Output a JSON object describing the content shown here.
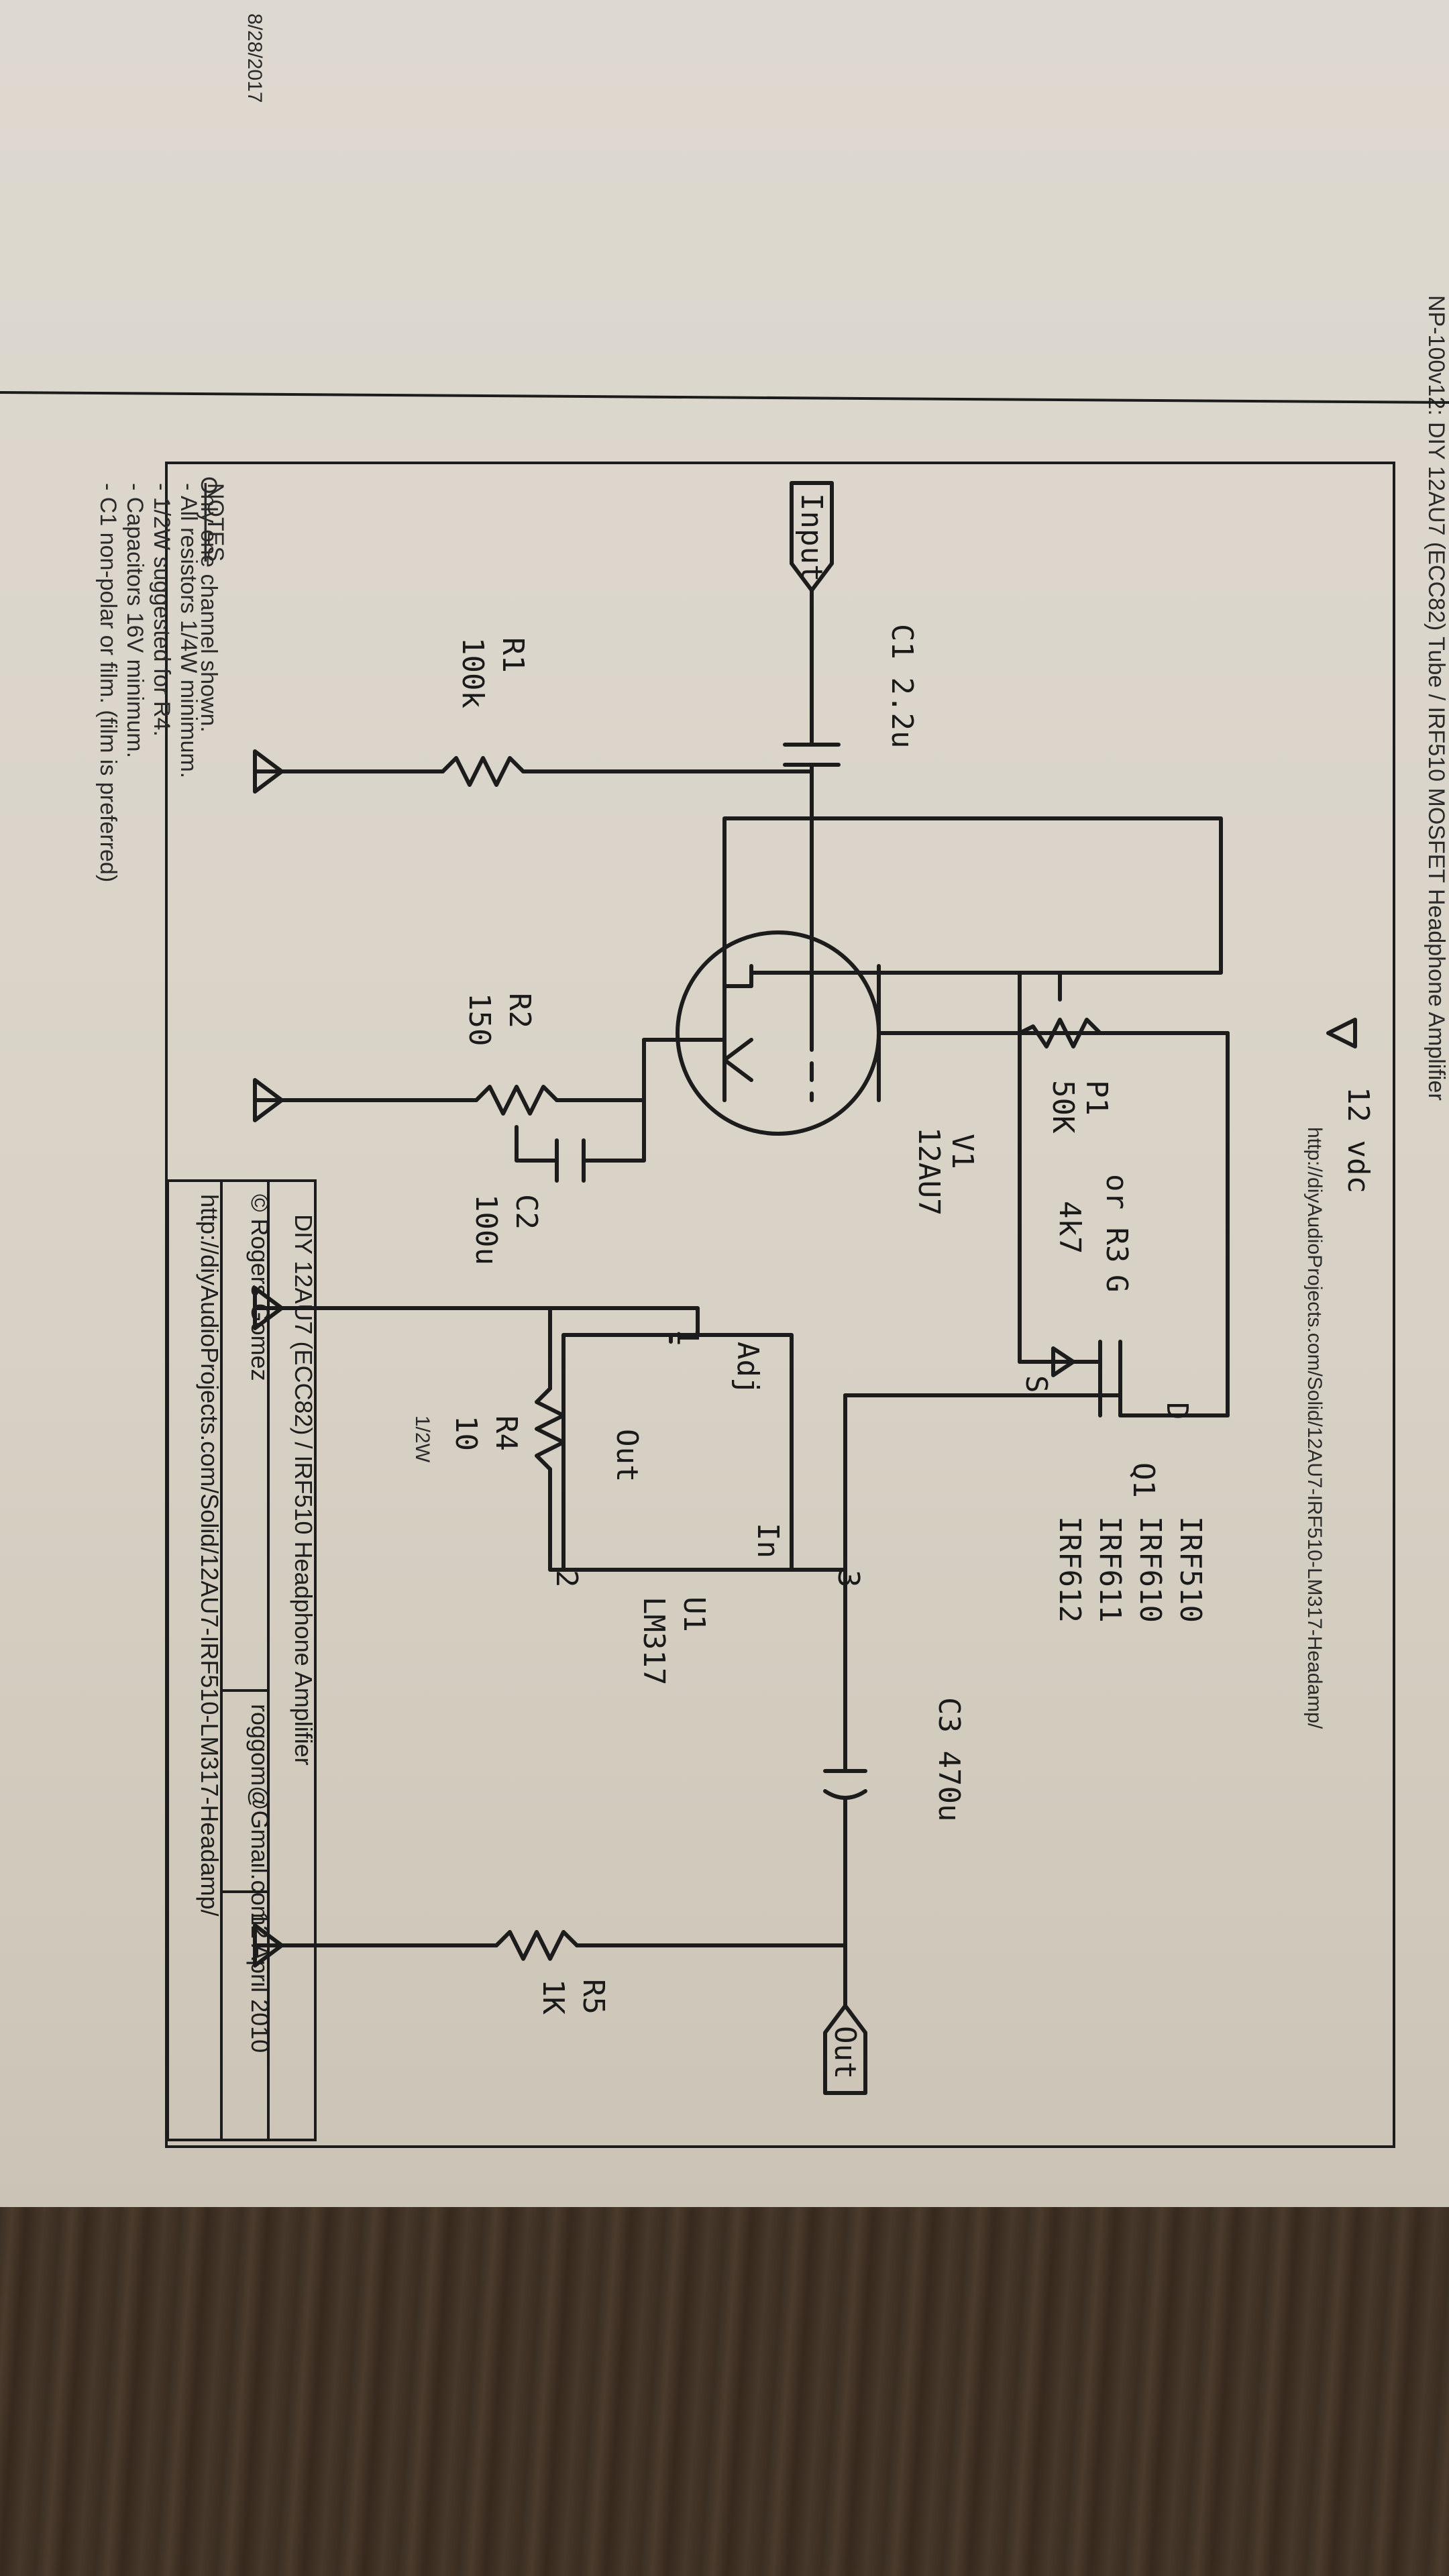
{
  "page": {
    "date": "8/28/2017",
    "header": "NP-100v12: DIY 12AU7 (ECC82) Tube / IRF510 MOSFET Headphone Amplifier",
    "channel_note": "Only one channel shown.",
    "url_top": "http://diyAudioProjects.com/Solid/12AU7-IRF510-LM317-Headamp/"
  },
  "components": {
    "input": "Input",
    "output": "Out",
    "supply": "12 vdc",
    "c1": "C1 2.2u",
    "r1_name": "R1",
    "r1_value": "100k",
    "r2_name": "R2",
    "r2_value": "150",
    "c2_name": "C2",
    "c2_value": "100u",
    "p1_name": "P1",
    "p1_value": "50K",
    "or_r3": "or R3",
    "r3_value": "4k7",
    "v1_name": "V1",
    "v1_value": "12AU7",
    "q1_name": "Q1",
    "q1_parts": [
      "IRF510",
      "IRF610",
      "IRF611",
      "IRF612"
    ],
    "pin_d": "D",
    "pin_g": "G",
    "pin_s": "S",
    "u1_name": "U1",
    "u1_value": "LM317",
    "u1_in": "In",
    "u1_adj": "Adj",
    "u1_out": "Out",
    "u1_pin1": "1",
    "u1_pin2": "2",
    "u1_pin3": "3",
    "r4_name": "R4",
    "r4_value": "10",
    "r4_power": "1/2W",
    "c3": "C3 470u",
    "r5_name": "R5",
    "r5_value": "1K"
  },
  "notes": {
    "heading": "NOTES",
    "items": [
      "- All resistors 1/4W minimum.",
      "- 1/2W suggested for R4.",
      "- Capacitors 16V minimum.",
      "- C1 non-polar or film. (film is preferred)"
    ]
  },
  "title_block": {
    "title": "DIY 12AU7 (ECC82) / IRF510 Headphone Amplifier",
    "author": "© Rogers Gomez",
    "email": "roggom@Gmail.com",
    "date": "12 April 2010",
    "url": "http://diyAudioProjects.com/Solid/12AU7-IRF510-LM317-Headamp/"
  }
}
